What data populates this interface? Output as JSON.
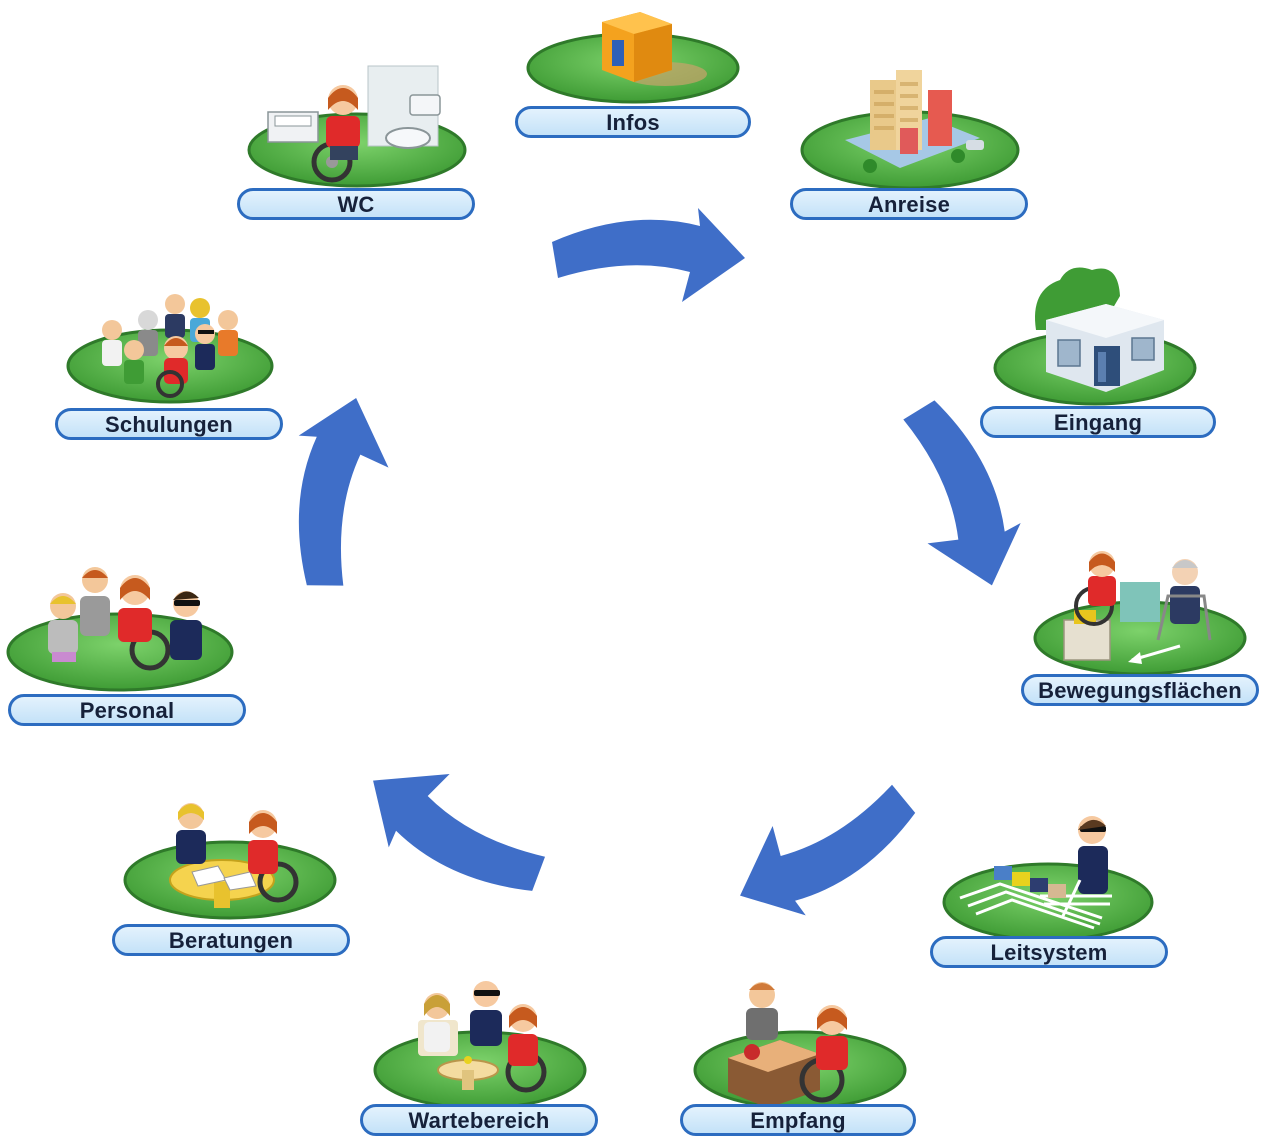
{
  "colors": {
    "arrow": "#3f6ec8",
    "platform": "#57b848",
    "platform_edge": "#2f7a2a",
    "label_border": "#2c6cc0",
    "label_fill": "#d2e9fb"
  },
  "stations": [
    {
      "id": "infos",
      "label": "Infos",
      "icon": "info-booth-icon"
    },
    {
      "id": "anreise",
      "label": "Anreise",
      "icon": "city-buildings-icon"
    },
    {
      "id": "eingang",
      "label": "Eingang",
      "icon": "building-entrance-icon"
    },
    {
      "id": "bewegungsflaechen",
      "label": "Bewegungsflächen",
      "icon": "wheelchair-walker-icon"
    },
    {
      "id": "leitsystem",
      "label": "Leitsystem",
      "icon": "tactile-guidance-icon"
    },
    {
      "id": "empfang",
      "label": "Empfang",
      "icon": "reception-desk-icon"
    },
    {
      "id": "wartebereich",
      "label": "Wartebereich",
      "icon": "waiting-area-icon"
    },
    {
      "id": "beratungen",
      "label": "Beratungen",
      "icon": "consultation-table-icon"
    },
    {
      "id": "personal",
      "label": "Personal",
      "icon": "staff-group-icon"
    },
    {
      "id": "schulungen",
      "label": "Schulungen",
      "icon": "training-group-icon"
    },
    {
      "id": "wc",
      "label": "WC",
      "icon": "accessible-toilet-icon"
    }
  ]
}
